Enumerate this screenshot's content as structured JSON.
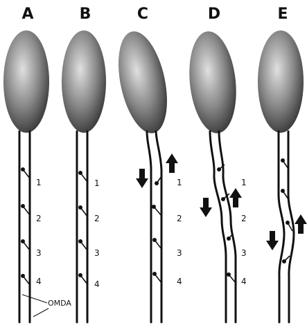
{
  "panels": [
    {
      "label": "A",
      "numbers": [
        "1",
        "2",
        "3",
        "4"
      ]
    },
    {
      "label": "B",
      "numbers": [
        "1",
        "2",
        "3",
        "4"
      ]
    },
    {
      "label": "C",
      "numbers": [
        "1",
        "2",
        "3",
        "4"
      ]
    },
    {
      "label": "D",
      "numbers": [
        "1",
        "2",
        "3",
        "4"
      ]
    },
    {
      "label": "E",
      "numbers": []
    }
  ],
  "omda_label": "OMDA",
  "colors": {
    "ink": "#111111",
    "head_light": "#e0e0e0",
    "head_dark": "#3a3a3a"
  }
}
